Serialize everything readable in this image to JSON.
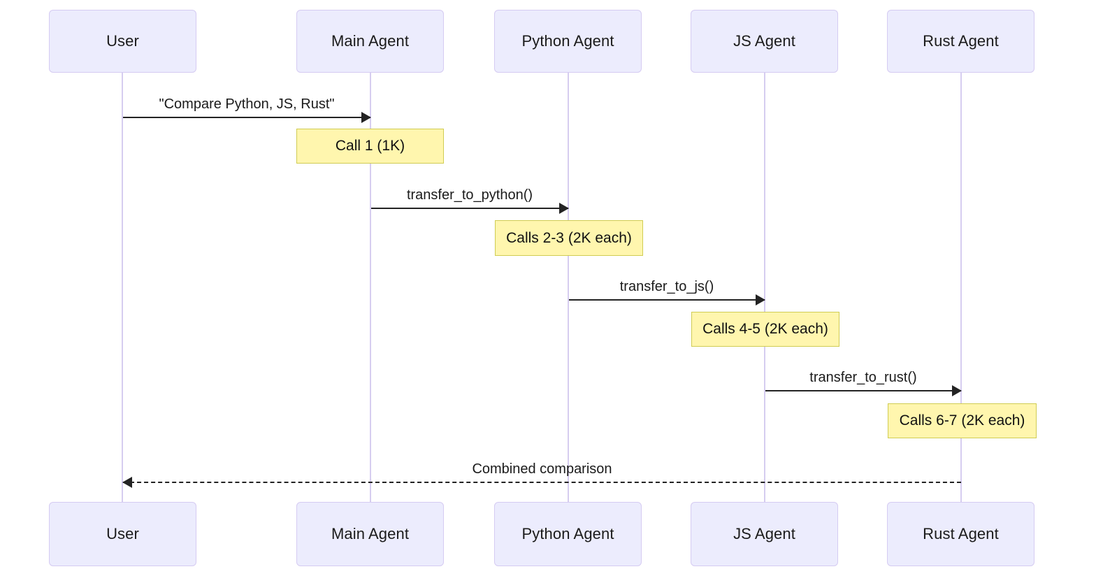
{
  "diagram": {
    "type": "sequence-diagram",
    "background_color": "#ffffff",
    "colors": {
      "actor_fill": "#ececfd",
      "actor_border": "#d5cbf2",
      "lifeline": "#d6cdf0",
      "note_fill": "#fff6ae",
      "note_border": "#d0cc53",
      "arrow": "#232323",
      "text": "#1b1b1b"
    }
  },
  "participants": [
    {
      "id": "user",
      "label": "User"
    },
    {
      "id": "main",
      "label": "Main Agent"
    },
    {
      "id": "python",
      "label": "Python Agent"
    },
    {
      "id": "js",
      "label": "JS Agent"
    },
    {
      "id": "rust",
      "label": "Rust Agent"
    }
  ],
  "messages": [
    {
      "id": "m1",
      "from": "user",
      "to": "main",
      "label": "\"Compare Python, JS, Rust\"",
      "style": "solid",
      "direction": "right"
    },
    {
      "id": "m2",
      "from": "main",
      "to": "python",
      "label": "transfer_to_python()",
      "style": "solid",
      "direction": "right"
    },
    {
      "id": "m3",
      "from": "python",
      "to": "js",
      "label": "transfer_to_js()",
      "style": "solid",
      "direction": "right"
    },
    {
      "id": "m4",
      "from": "js",
      "to": "rust",
      "label": "transfer_to_rust()",
      "style": "solid",
      "direction": "right"
    },
    {
      "id": "m5",
      "from": "rust",
      "to": "user",
      "label": "Combined comparison",
      "style": "dashed",
      "direction": "left"
    }
  ],
  "notes": [
    {
      "id": "n1",
      "over": "main",
      "label": "Call 1 (1K)"
    },
    {
      "id": "n2",
      "over": "python",
      "label": "Calls 2-3 (2K each)"
    },
    {
      "id": "n3",
      "over": "js",
      "label": "Calls 4-5 (2K each)"
    },
    {
      "id": "n4",
      "over": "rust",
      "label": "Calls 6-7 (2K each)"
    }
  ]
}
